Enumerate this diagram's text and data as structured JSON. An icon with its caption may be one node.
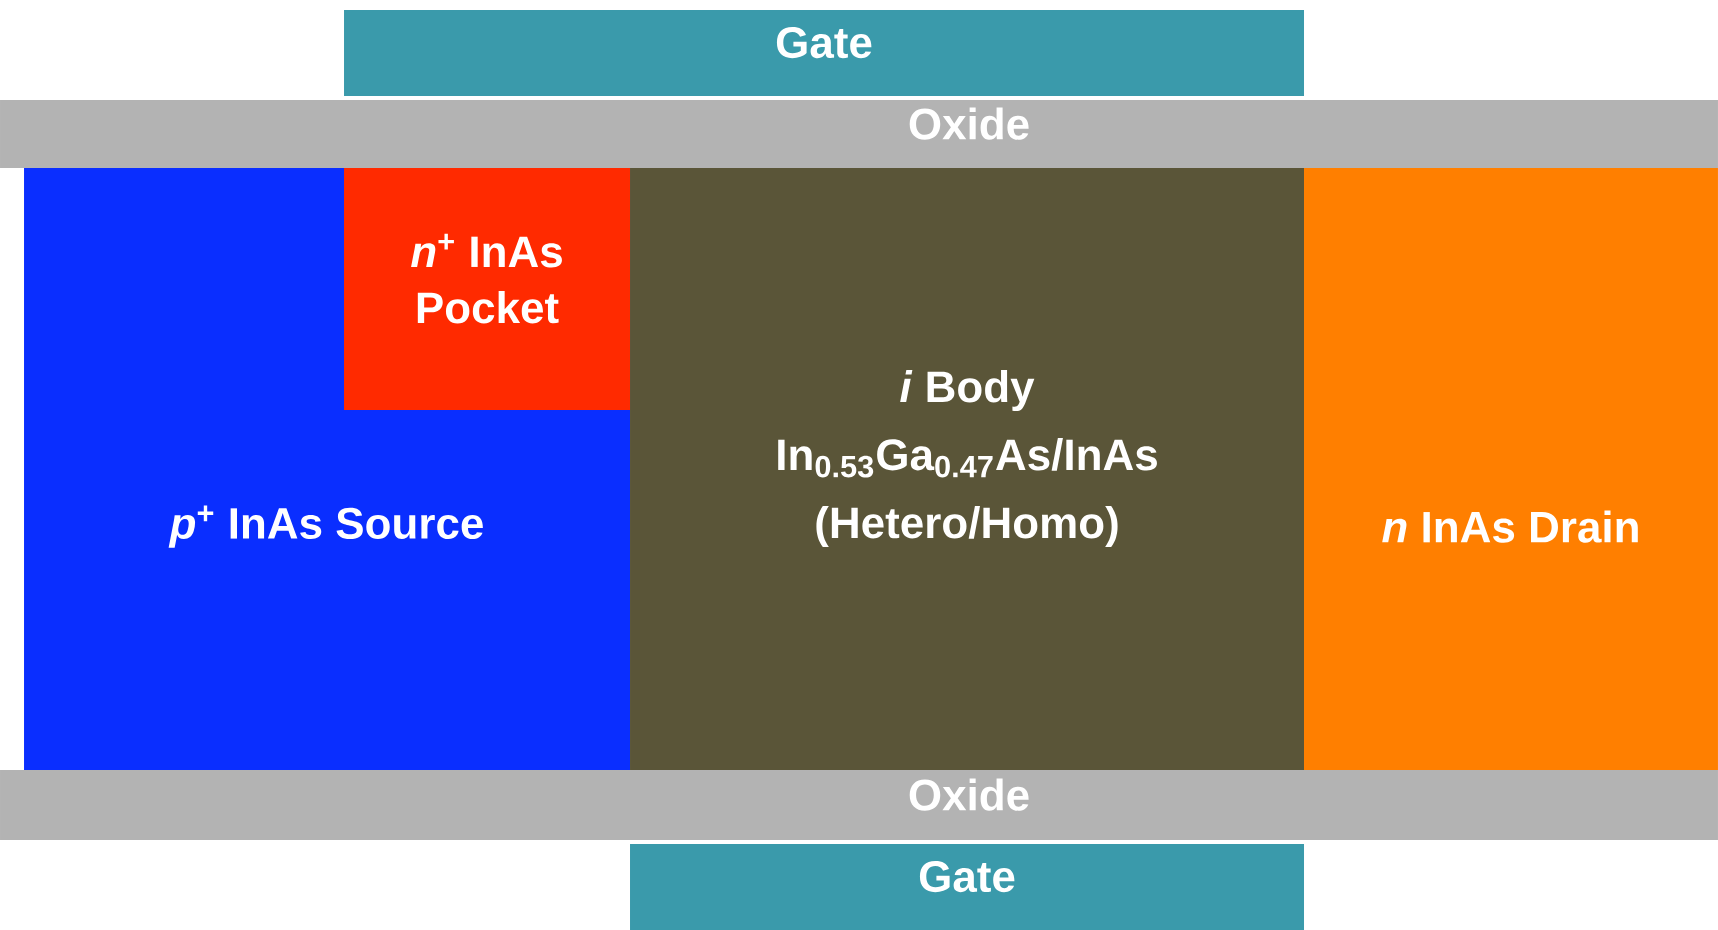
{
  "diagram": {
    "nodes": [
      {
        "text": [
          "Gate"
        ]
      },
      {
        "text": [
          "Oxide"
        ]
      },
      {
        "text": [
          "*p*$^{+}$ InAs Source"
        ]
      },
      {
        "text": [
          "*n*$^{+}$ InAs Pocket"
        ],
        "in": 2
      },
      {
        "text": [
          "*i* Body",
          "In$_{0.53}$Ga$_{0.47}$As/InAs",
          "(Hetero/Homo)"
        ]
      },
      {
        "text": [
          "*n* InAs Drain"
        ]
      },
      {
        "text": [
          "Oxide"
        ]
      },
      {
        "text": [
          "Gate"
        ]
      }
    ]
  }
}
